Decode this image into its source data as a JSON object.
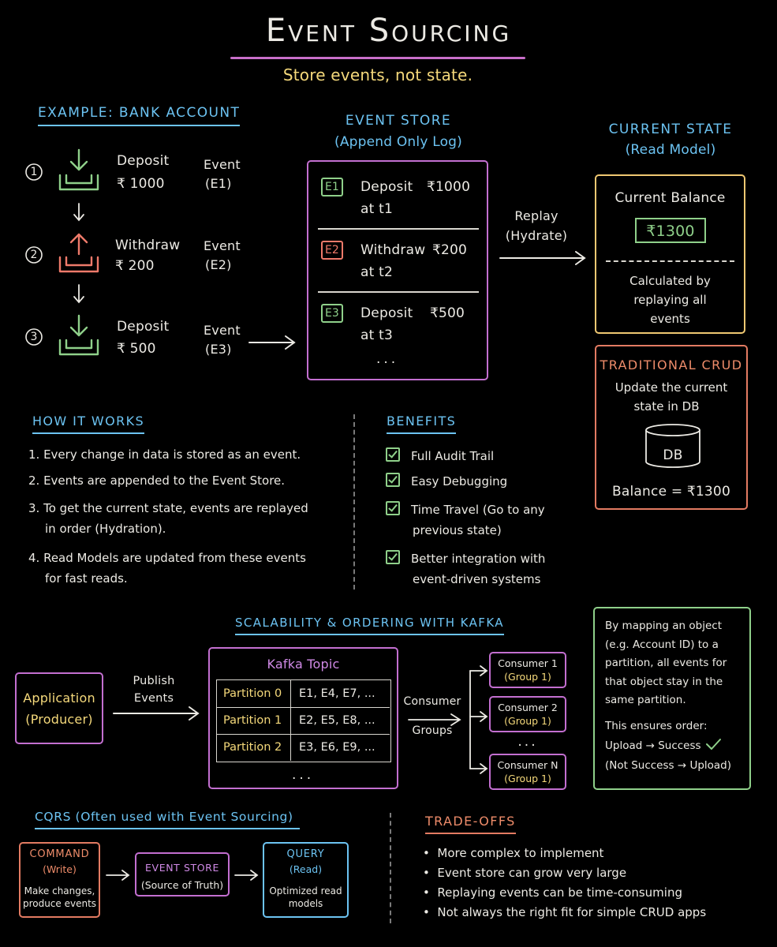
{
  "title": "Event Sourcing",
  "subtitle": "Store events, not state.",
  "example": {
    "heading": "Example: Bank Account",
    "steps": [
      {
        "num": "1",
        "action": "Deposit",
        "amount": "₹ 1000",
        "event_label": "Event",
        "event_id": "(E1)"
      },
      {
        "num": "2",
        "action": "Withdraw",
        "amount": "₹ 200",
        "event_label": "Event",
        "event_id": "(E2)"
      },
      {
        "num": "3",
        "action": "Deposit",
        "amount": "₹ 500",
        "event_label": "Event",
        "event_id": "(E3)"
      }
    ]
  },
  "event_store": {
    "heading": "Event Store",
    "subheading": "(Append Only Log)",
    "entries": [
      {
        "id": "E1",
        "action": "Deposit",
        "amount": "₹1000",
        "time": "at t1"
      },
      {
        "id": "E2",
        "action": "Withdraw",
        "amount": "₹200",
        "time": "at t2"
      },
      {
        "id": "E3",
        "action": "Deposit",
        "amount": "₹500",
        "time": "at t3"
      }
    ],
    "ellipsis": "...",
    "replay_label": "Replay",
    "replay_sub": "(Hydrate)"
  },
  "current_state": {
    "heading": "Current State",
    "subheading": "(Read Model)",
    "balance_label": "Current Balance",
    "balance_value": "₹1300",
    "note": [
      "Calculated by",
      "replaying all",
      "events"
    ]
  },
  "crud": {
    "heading": "Traditional CRUD",
    "desc": [
      "Update the current",
      "state in DB"
    ],
    "db_label": "DB",
    "balance": "Balance = ₹1300"
  },
  "how_it_works": {
    "heading": "How it works",
    "items": [
      [
        "1. Every change in data is stored as an event."
      ],
      [
        "2. Events are appended to the Event Store."
      ],
      [
        "3. To get the current state, events are replayed",
        "in order (Hydration)."
      ],
      [
        "4. Read Models are updated from these events",
        "for fast reads."
      ]
    ]
  },
  "benefits": {
    "heading": "Benefits",
    "items": [
      [
        "Full Audit Trail"
      ],
      [
        "Easy Debugging"
      ],
      [
        "Time Travel (Go to any",
        "previous state)"
      ],
      [
        "Better integration with",
        "event-driven systems"
      ]
    ]
  },
  "kafka": {
    "heading": "Scalability & Ordering with Kafka",
    "producer": [
      "Application",
      "(Producer)"
    ],
    "publish": [
      "Publish",
      "Events"
    ],
    "topic_label": "Kafka Topic",
    "partitions": [
      {
        "name": "Partition 0",
        "events": "E1, E4, E7, ..."
      },
      {
        "name": "Partition 1",
        "events": "E2, E5, E8, ..."
      },
      {
        "name": "Partition 2",
        "events": "E3, E6, E9, ..."
      }
    ],
    "ellipsis": "...",
    "consumer_groups": [
      "Consumer",
      "Groups"
    ],
    "consumers": [
      {
        "name": "Consumer 1",
        "group": "(Group 1)"
      },
      {
        "name": "Consumer 2",
        "group": "(Group 1)"
      },
      {
        "name": "Consumer N",
        "group": "(Group 1)"
      }
    ],
    "consumers_ellipsis": "...",
    "note": [
      "By mapping an object",
      "(e.g. Account ID) to a",
      "partition, all events for",
      "that object stay in the",
      "same partition."
    ],
    "order_title": "This ensures order:",
    "order_ok": "Upload → Success",
    "order_bad": "(Not Success → Upload)"
  },
  "cqrs": {
    "heading": "CQRS (Often used with Event Sourcing)",
    "command": {
      "title": "Command",
      "sub": "(Write)",
      "desc": [
        "Make changes,",
        "produce events"
      ]
    },
    "store": {
      "title": "Event Store",
      "sub": "(Source of Truth)"
    },
    "query": {
      "title": "Query",
      "sub": "(Read)",
      "desc": [
        "Optimized read",
        "models"
      ]
    }
  },
  "tradeoffs": {
    "heading": "Trade-offs",
    "items": [
      "More complex to implement",
      "Event store can grow very large",
      "Replaying events can be time-consuming",
      "Not always the right fit for simple CRUD apps"
    ]
  },
  "colors": {
    "blue": "#6cc3f2",
    "yellow": "#f5d97b",
    "pink": "#e98a9b",
    "orange": "#ee8c6a",
    "green": "#8fd08a",
    "purple": "#c79be3"
  }
}
